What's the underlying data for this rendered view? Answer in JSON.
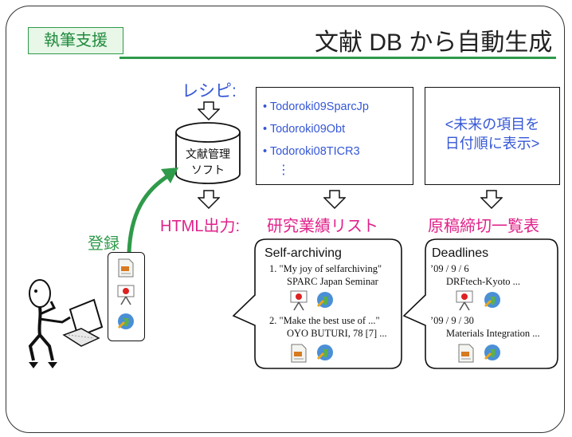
{
  "header": {
    "tag_label": "執筆支援",
    "title": "文献 DB から自動生成"
  },
  "recipe": {
    "label": "レシピ:",
    "db_label_line1": "文献管理",
    "db_label_line2": "ソフト"
  },
  "register": {
    "label": "登録"
  },
  "outputs": {
    "html_label": "HTML出力:",
    "research_list_label": "研究業績リスト",
    "deadline_list_label": "原稿締切一覧表"
  },
  "ref_list": {
    "items": [
      "Todoroki09SparcJp",
      "Todoroki09Obt",
      "Todoroki08TICR3"
    ],
    "ellipsis": "⋮"
  },
  "future_box": {
    "line1": "<未来の項目を",
    "line2": "日付順に表示>"
  },
  "self_archiving": {
    "title": "Self-archiving",
    "entries": [
      {
        "line1": "1. \"My joy of selfarchiving\"",
        "line2": "SPARC Japan Seminar"
      },
      {
        "line1": "2. \"Make the best use of ...\"",
        "line2": "OYO BUTURI, 78 [7] ..."
      }
    ]
  },
  "deadlines": {
    "title": "Deadlines",
    "entries": [
      {
        "date": "’09 / 9 / 6",
        "event": "DRFtech-Kyoto ..."
      },
      {
        "date": "’09 / 9 / 30",
        "event": "Materials Integration ..."
      }
    ]
  },
  "colors": {
    "accent_green": "#2f9a4a",
    "link_blue": "#3557d6",
    "magenta": "#e0218a"
  },
  "icons": [
    "document-icon",
    "presentation-icon",
    "globe-icon",
    "database-icon",
    "laptop-icon",
    "person-icon"
  ]
}
